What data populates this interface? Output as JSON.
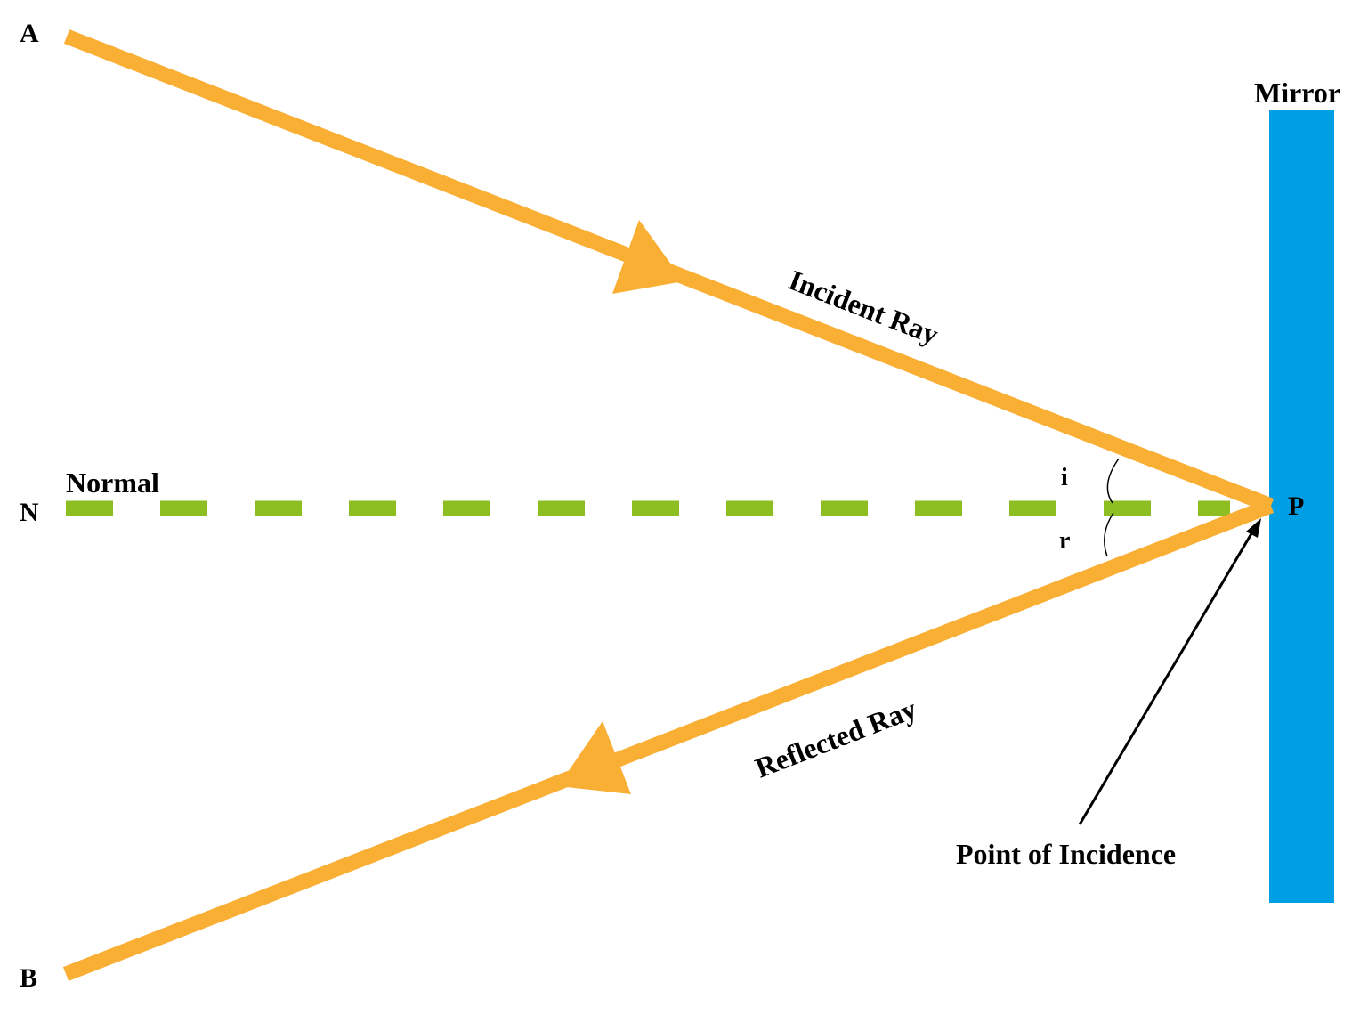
{
  "labels": {
    "point_a": "A",
    "point_b": "B",
    "point_n": "N",
    "point_p": "P",
    "normal": "Normal",
    "mirror": "Mirror",
    "incident_ray": "Incident Ray",
    "reflected_ray": "Reflected Ray",
    "angle_incidence": "i",
    "angle_reflection": "r",
    "point_of_incidence": "Point of Incidence"
  },
  "colors": {
    "ray": "#F9AE34",
    "normal": "#8DBE22",
    "mirror": "#009FE3",
    "text": "#000000"
  }
}
